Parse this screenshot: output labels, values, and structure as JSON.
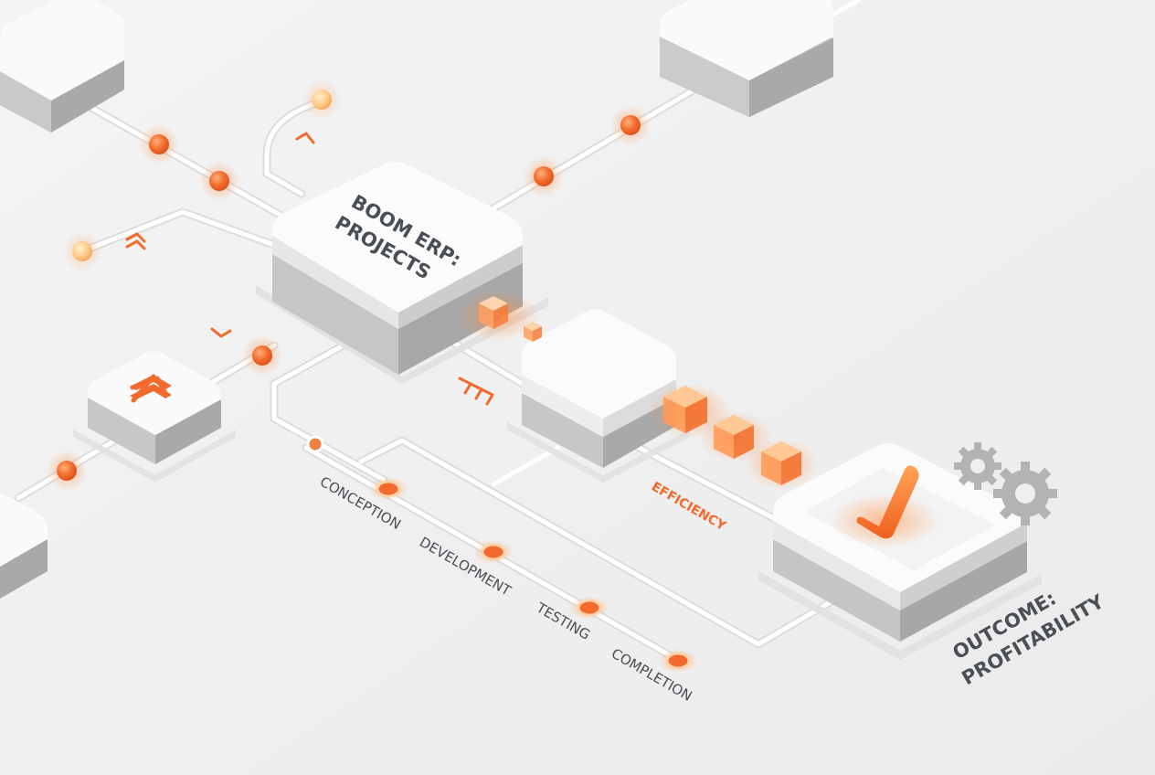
{
  "colors": {
    "background": "#efefef",
    "accent": "#f26a2e",
    "accent_light": "#ffb06e",
    "block_top": "#fafafa",
    "block_side_light": "#d9d9d9",
    "block_side_dark": "#bdbdbd",
    "text_dark": "#4a4e55",
    "track": "#ffffff"
  },
  "hub": {
    "title_line1": "BOOM ERP:",
    "title_line2": "PROJECTS"
  },
  "outcome": {
    "title_line1": "OUTCOME:",
    "title_line2": "PROFITABILITY",
    "icon": "checkmark-icon",
    "gear_icon": "gear-icon"
  },
  "flow_label": "EFFICIENCY",
  "stages": [
    "CONCEPTION",
    "DEVELOPMENT",
    "TESTING",
    "COMPLETION"
  ],
  "icons": {
    "small_block": "double-chevron-icon",
    "arrows": "triple-chevron-icon"
  }
}
